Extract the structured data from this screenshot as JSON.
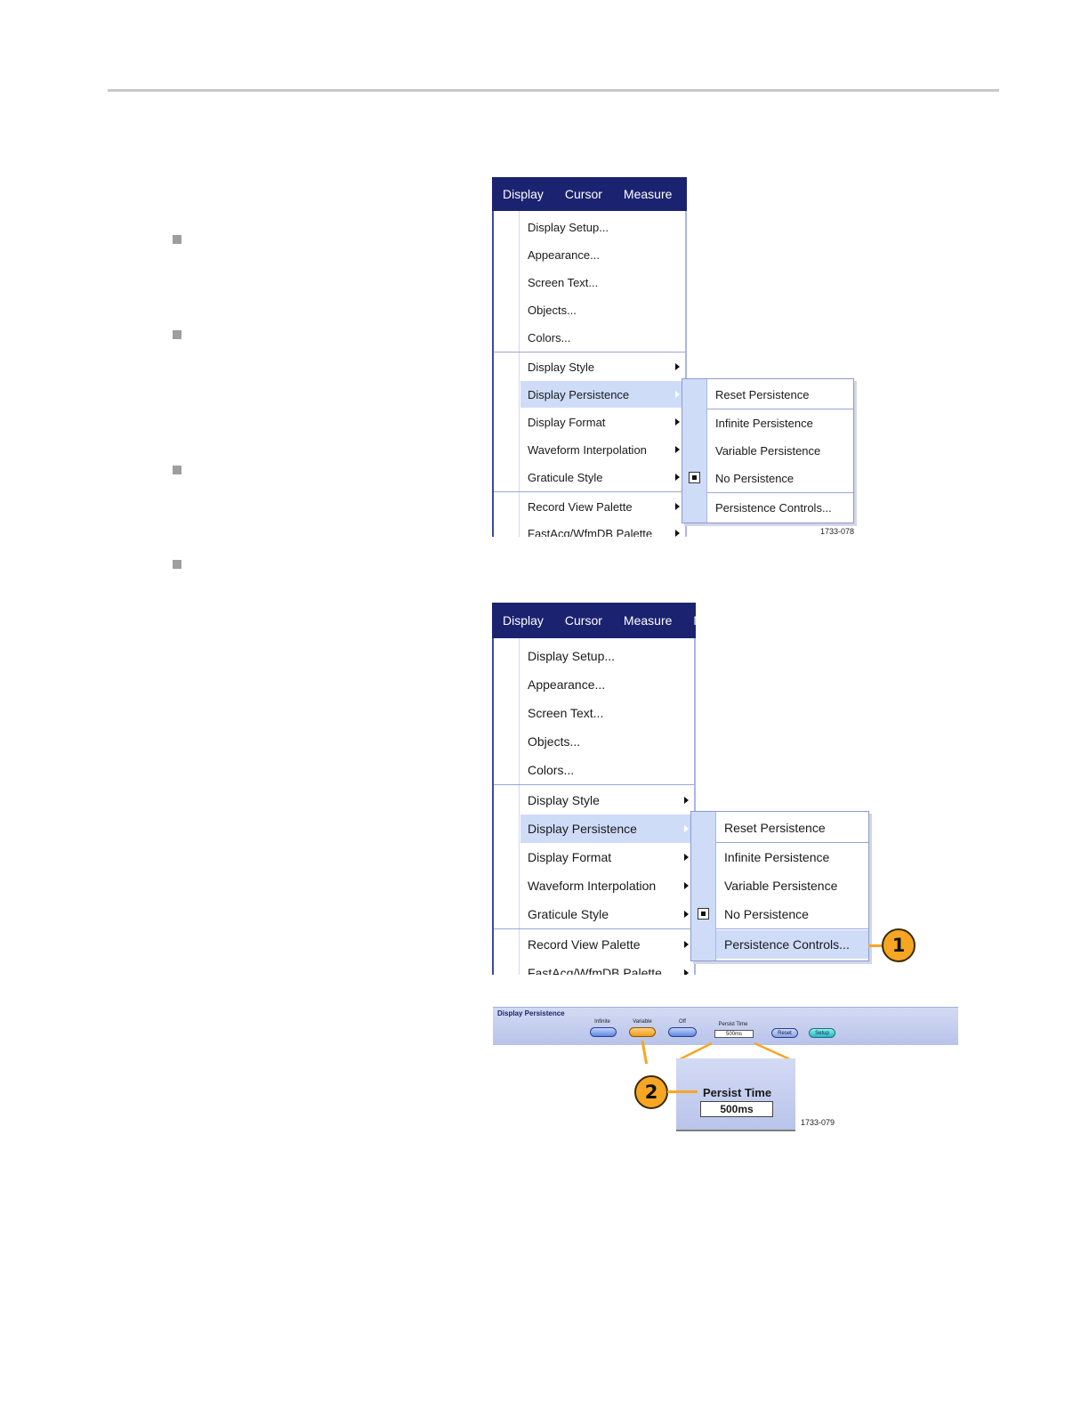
{
  "menubar": {
    "items": [
      "Display",
      "Cursor",
      "Measure",
      "M"
    ]
  },
  "menu": {
    "items": [
      {
        "label": "Display Setup...",
        "arrow": false
      },
      {
        "label": "Appearance...",
        "arrow": false
      },
      {
        "label": "Screen Text...",
        "arrow": false
      },
      {
        "label": "Objects...",
        "arrow": false
      },
      {
        "label": "Colors...",
        "arrow": false
      },
      {
        "label": "Display Style",
        "arrow": true
      },
      {
        "label": "Display Persistence",
        "arrow": true,
        "highlighted": true
      },
      {
        "label": "Display Format",
        "arrow": true
      },
      {
        "label": "Waveform Interpolation",
        "arrow": true
      },
      {
        "label": "Graticule Style",
        "arrow": true
      },
      {
        "label": "Record View Palette",
        "arrow": true
      },
      {
        "label": "FastAcq/WfmDB Palette",
        "arrow": true
      }
    ]
  },
  "submenu": {
    "items": [
      {
        "label": "Reset Persistence"
      },
      {
        "label": "Infinite Persistence"
      },
      {
        "label": "Variable Persistence"
      },
      {
        "label": "No Persistence",
        "checked": true
      },
      {
        "label": "Persistence Controls..."
      }
    ]
  },
  "figure1_id": "1733-078",
  "figure2_id": "1733-079",
  "callouts": [
    "1",
    "2"
  ],
  "panel": {
    "title": "Display Persistence",
    "infinite_label": "Infinite",
    "variable_label": "Variable",
    "off_label": "Off",
    "persist_time_label": "Persist Time",
    "persist_time_value": "500ms",
    "reset_label": "Reset",
    "setup_label": "Setup"
  },
  "zoom": {
    "title": "Persist Time",
    "value": "500ms"
  },
  "colors": {
    "menubar": "#1b2370",
    "highlight": "#cfdcf8",
    "callout": "#f6a623"
  }
}
